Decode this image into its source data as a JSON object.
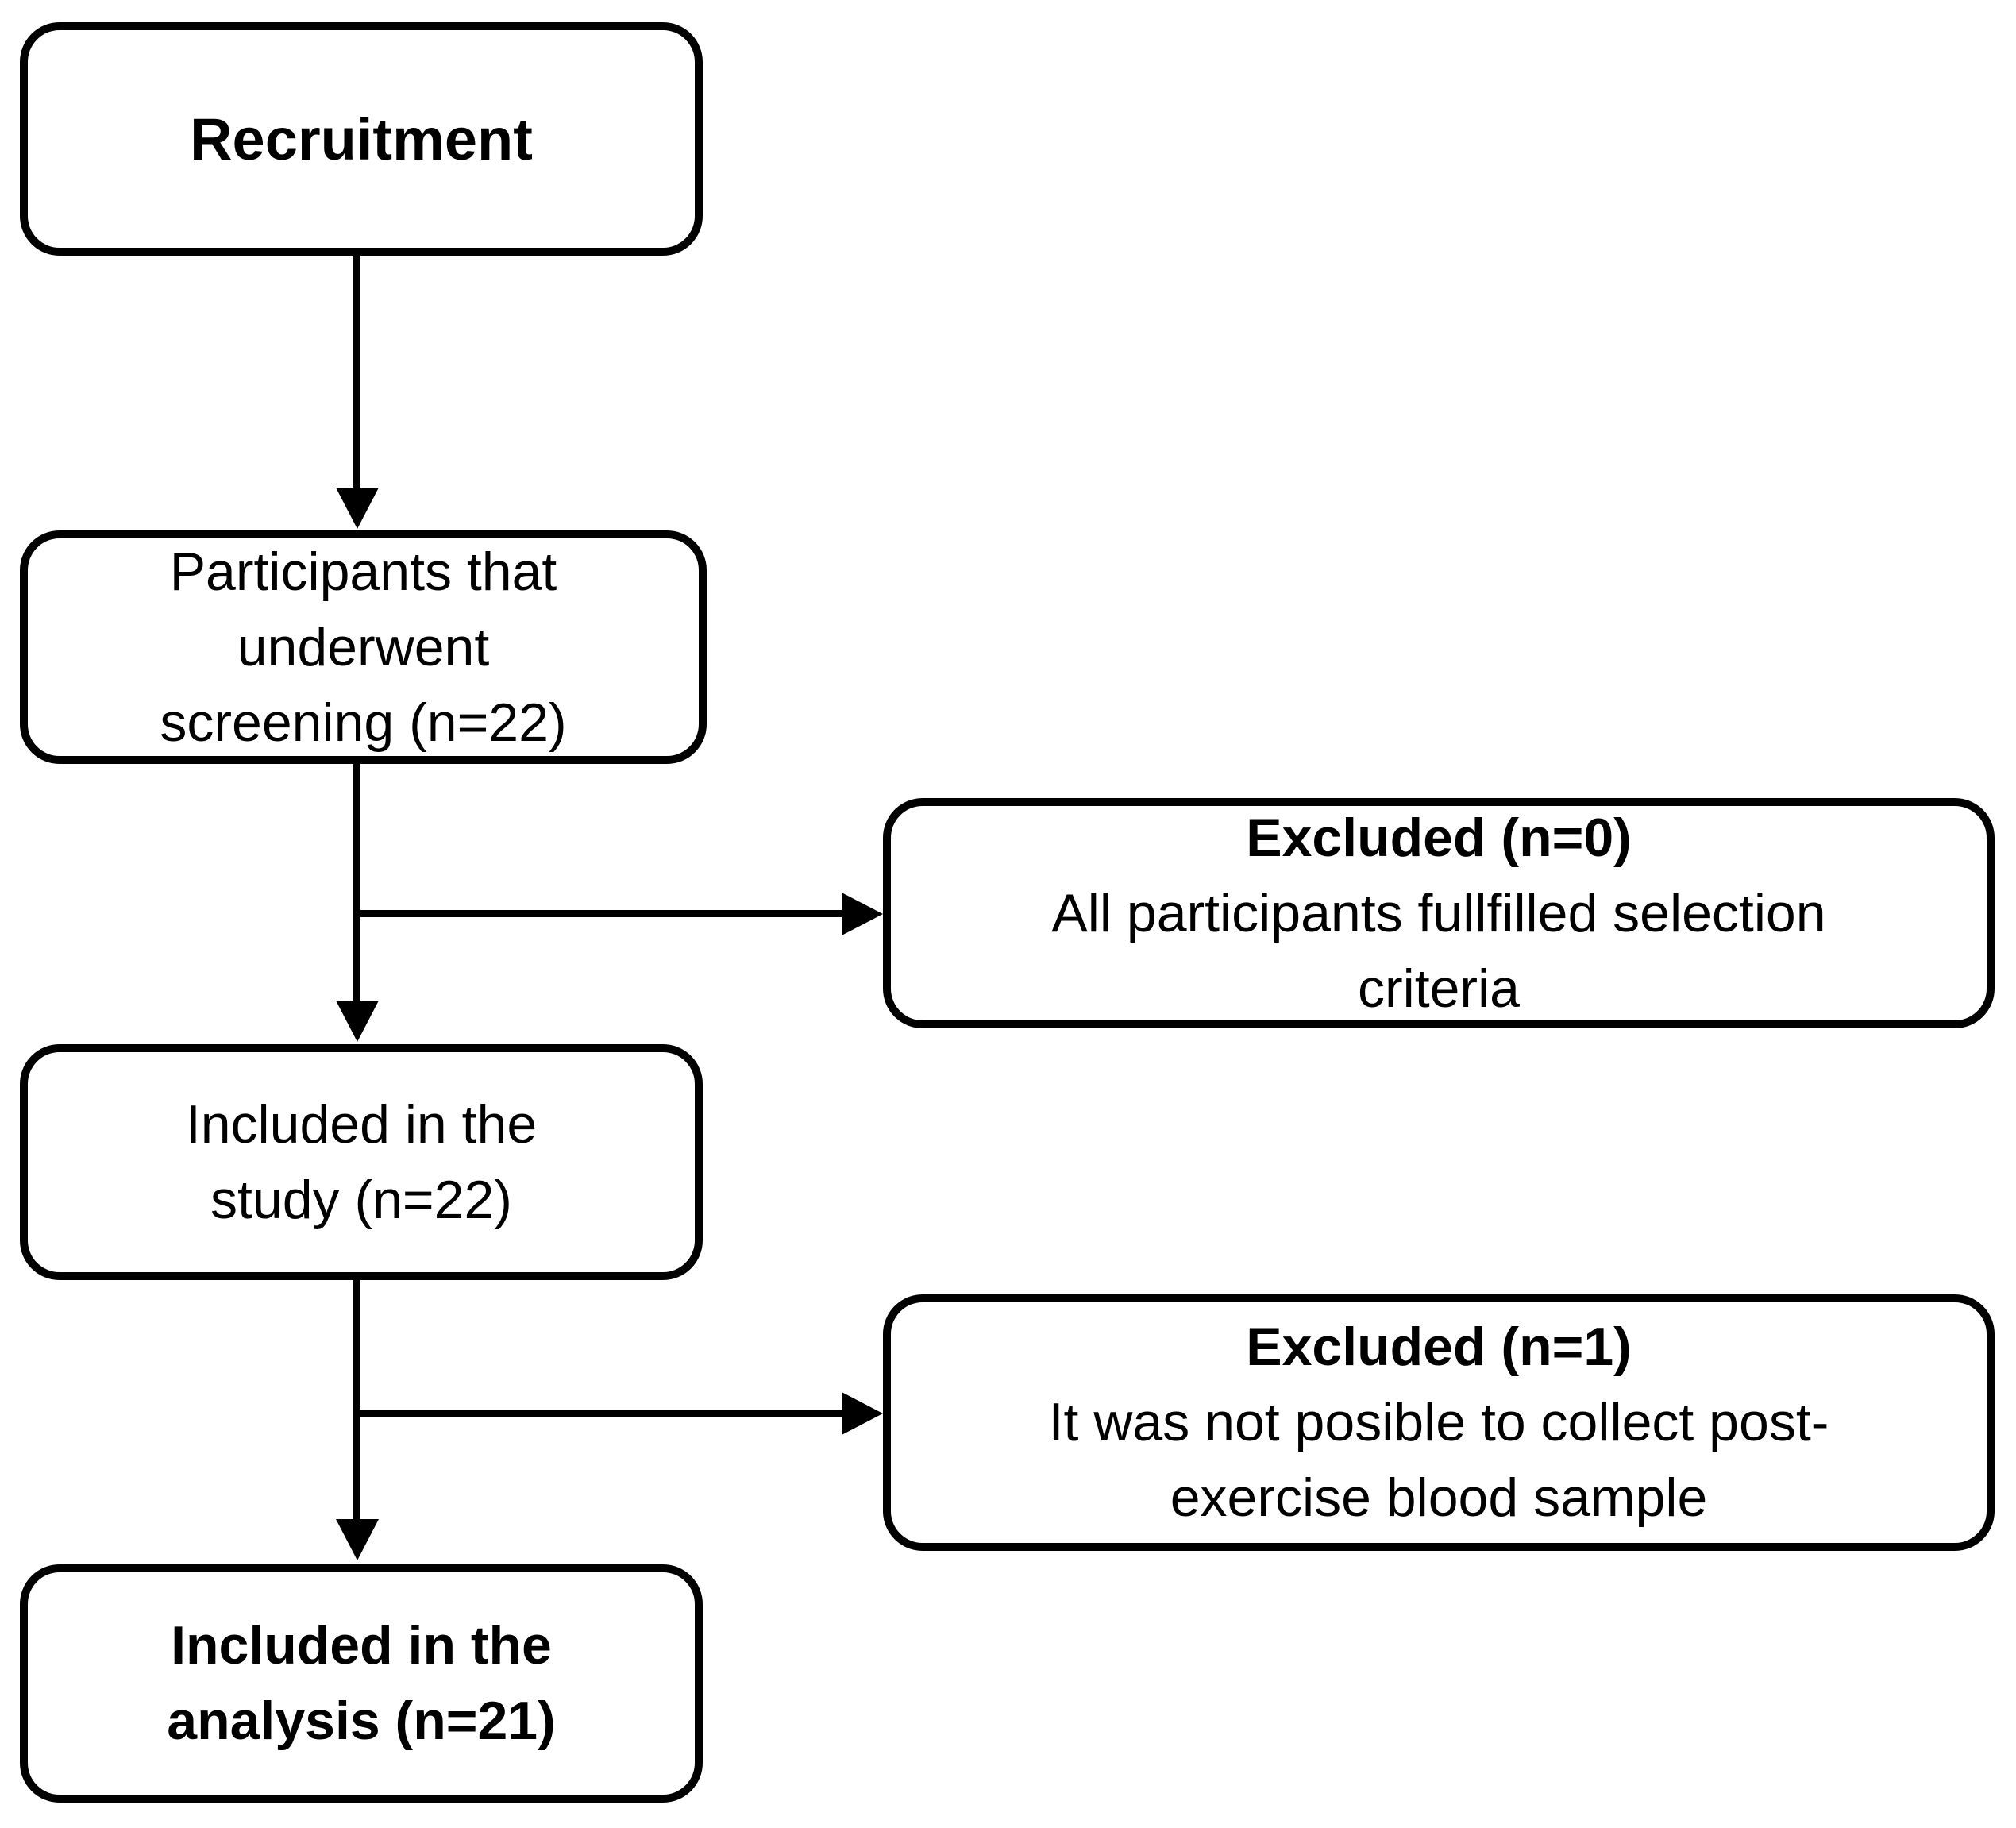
{
  "flowchart": {
    "colors": {
      "background": "#ffffff",
      "box_fill": "#ffffff",
      "box_border": "#000000",
      "text": "#000000",
      "connector": "#000000"
    },
    "nodes": {
      "recruitment": {
        "text": "Recruitment"
      },
      "screening": {
        "text": "Participants that\nunderwent\nscreening (n=22)"
      },
      "excluded_screening": {
        "title": "Excluded (n=0)",
        "body": "All participants fullfilled selection\ncriteria"
      },
      "included_study": {
        "text": "Included in the\nstudy (n=22)"
      },
      "excluded_study": {
        "title": "Excluded (n=1)",
        "body": "It was not posible to collect post-\nexercise blood sample"
      },
      "included_analysis": {
        "text": "Included in the\nanalysis (n=21)"
      }
    },
    "edges": [
      {
        "from": "recruitment",
        "to": "screening"
      },
      {
        "from": "screening",
        "to": "excluded_screening"
      },
      {
        "from": "screening",
        "to": "included_study"
      },
      {
        "from": "included_study",
        "to": "excluded_study"
      },
      {
        "from": "included_study",
        "to": "included_analysis"
      }
    ]
  }
}
